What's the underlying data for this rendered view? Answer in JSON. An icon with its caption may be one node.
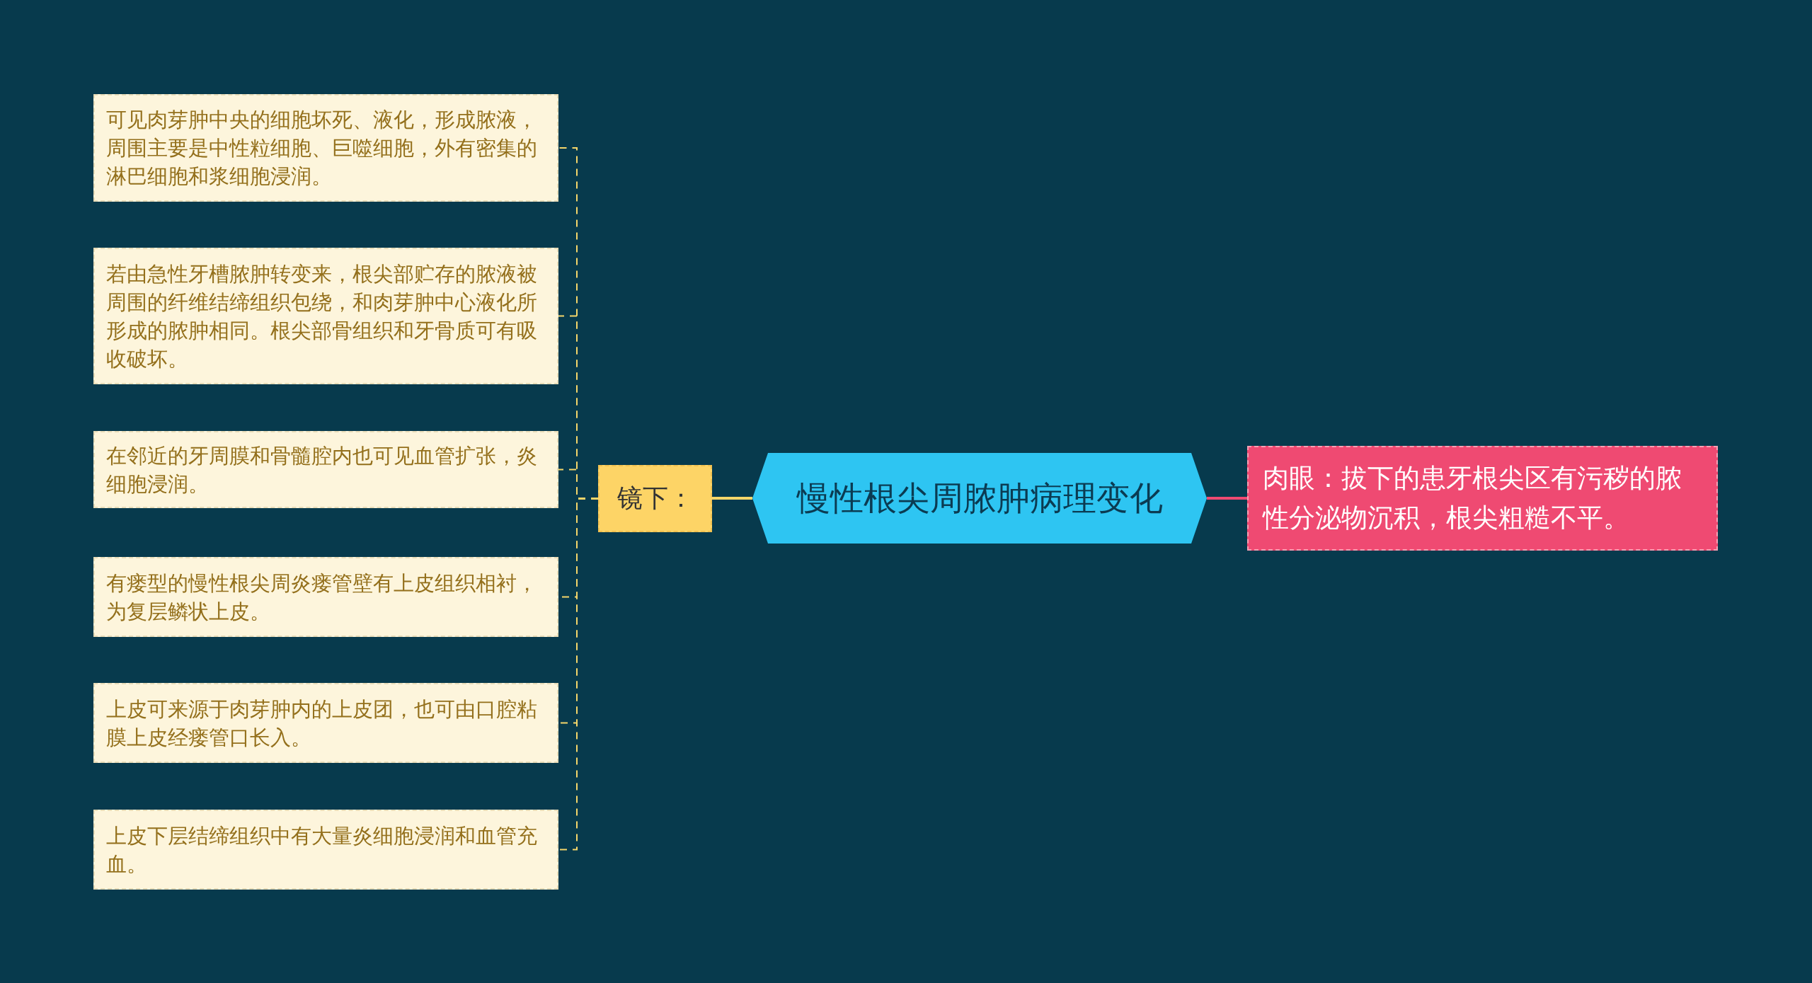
{
  "diagram": {
    "nodes": [
      {
        "text": [
          "慢性根尖周脓肿病理变化"
        ]
      },
      {
        "text": [
          "镜下："
        ]
      },
      {
        "text": [
          "可见肉芽肿中央的细胞坏死、液化，形成脓液，周围主要是中性粒细胞、巨噬细胞，外有密集的淋巴细胞和浆细胞浸润。"
        ]
      },
      {
        "text": [
          "若由急性牙槽脓肿转变来，根尖部贮存的脓液被周围的纤维结缔组织包绕，和肉芽肿中心液化所形成的脓肿相同。根尖部骨组织和牙骨质可有吸收破坏。"
        ]
      },
      {
        "text": [
          "在邻近的牙周膜和骨髓腔内也可见血管扩张，炎细胞浸润。"
        ]
      },
      {
        "text": [
          "有瘘型的慢性根尖周炎瘘管壁有上皮组织相衬，为复层鳞状上皮。"
        ]
      },
      {
        "text": [
          "上皮可来源于肉芽肿内的上皮团，也可由口腔粘膜上皮经瘘管口长入。"
        ]
      },
      {
        "text": [
          "上皮下层结缔组织中有大量炎细胞浸润和血管充血。"
        ]
      },
      {
        "text": [
          "肉眼：拔下的患牙根尖区有污秽的脓性分泌物沉积，根尖粗糙不平。"
        ]
      }
    ],
    "edges": [
      {
        "from": 0,
        "to": 1,
        "arrow": "none",
        "color": "#f5d66a"
      },
      {
        "from": 1,
        "to": 2,
        "arrow": "none",
        "style": "dashed",
        "color": "#f5d66a"
      },
      {
        "from": 1,
        "to": 3,
        "arrow": "none",
        "style": "dashed",
        "color": "#f5d66a"
      },
      {
        "from": 1,
        "to": 4,
        "arrow": "none",
        "style": "dashed",
        "color": "#f5d66a"
      },
      {
        "from": 1,
        "to": 5,
        "arrow": "none",
        "style": "dashed",
        "color": "#f5d66a"
      },
      {
        "from": 1,
        "to": 6,
        "arrow": "none",
        "style": "dashed",
        "color": "#f5d66a"
      },
      {
        "from": 1,
        "to": 7,
        "arrow": "none",
        "style": "dashed",
        "color": "#f5d66a"
      },
      {
        "from": 0,
        "to": 8,
        "arrow": "none",
        "color": "#ef4a72"
      }
    ]
  }
}
